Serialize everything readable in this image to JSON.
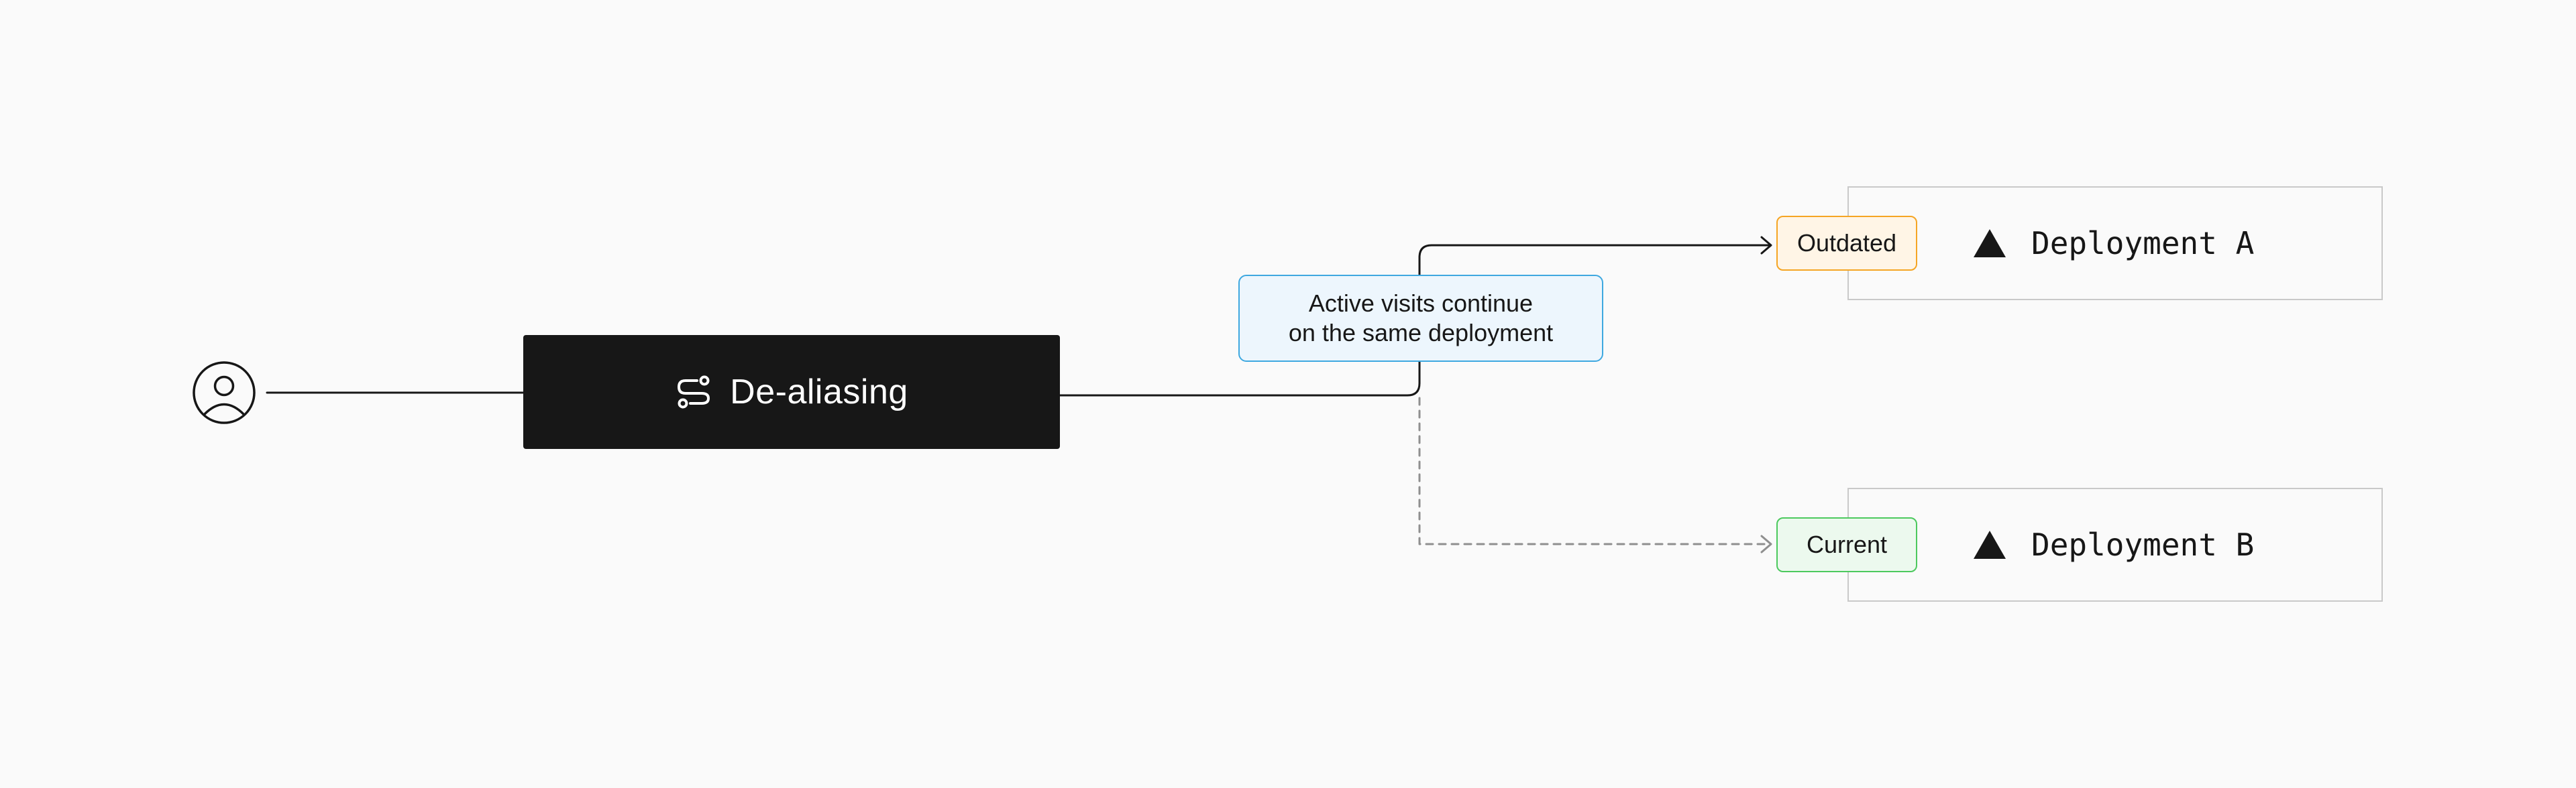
{
  "diagram": {
    "router": {
      "label": "De-aliasing",
      "icon": "route-icon"
    },
    "note": {
      "line1": "Active visits continue",
      "line2": "on the same deployment"
    },
    "deployments": [
      {
        "name": "Deployment A",
        "badge": "Outdated",
        "badge_color": "#f5a524",
        "icon": "triangle-icon",
        "connector": "solid-arrow"
      },
      {
        "name": "Deployment B",
        "badge": "Current",
        "badge_color": "#4cc95e",
        "icon": "triangle-icon",
        "connector": "dashed-arrow"
      }
    ],
    "user_icon": "user-avatar-icon",
    "colors": {
      "background": "#fafafa",
      "router_fill": "#171717",
      "note_border": "#3ea8e0",
      "note_fill": "#edf6fd",
      "outdated_fill": "#fff5e6",
      "current_fill": "#ecf9ee",
      "dashed_line": "#8f8f8f"
    }
  }
}
